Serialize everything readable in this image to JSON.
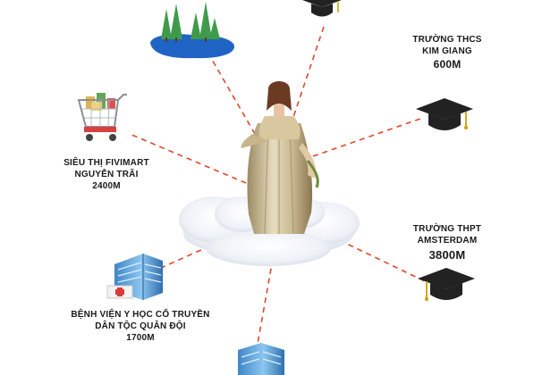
{
  "colors": {
    "dashed_line": "#e0462c",
    "lake": "#1f63c4",
    "tree": "#3f9a4a",
    "cap": "#222222",
    "building": "#5aa6e0",
    "text": "#1a1a1a"
  },
  "destinations": {
    "supermarket": {
      "name_line1": "SIÊU THỊ FIVIMART",
      "name_line2": "NGUYỄN TRÃI",
      "distance": "2400M",
      "icon": "shopping-cart-icon"
    },
    "kim_giang": {
      "name_line1": "TRƯỜNG THCS",
      "name_line2": "KIM GIANG",
      "distance": "600M",
      "icon": "graduation-cap-icon"
    },
    "amsterdam": {
      "name_line1": "TRƯỜNG THPT",
      "name_line2": "AMSTERDAM",
      "distance": "3800M",
      "icon": "graduation-cap-icon"
    },
    "hospital": {
      "name_line1": "BỆNH VIỆN Y HỌC CỔ TRUYỀN",
      "name_line2": "DÂN TỘC QUÂN ĐỘI",
      "distance": "1700M",
      "icon": "hospital-building-icon"
    },
    "park": {
      "icon": "lake-park-icon"
    },
    "top_school": {
      "icon": "graduation-cap-icon"
    },
    "bottom_building": {
      "icon": "office-building-icon"
    }
  },
  "center": {
    "icon": "goddess-on-cloud-illustration"
  }
}
